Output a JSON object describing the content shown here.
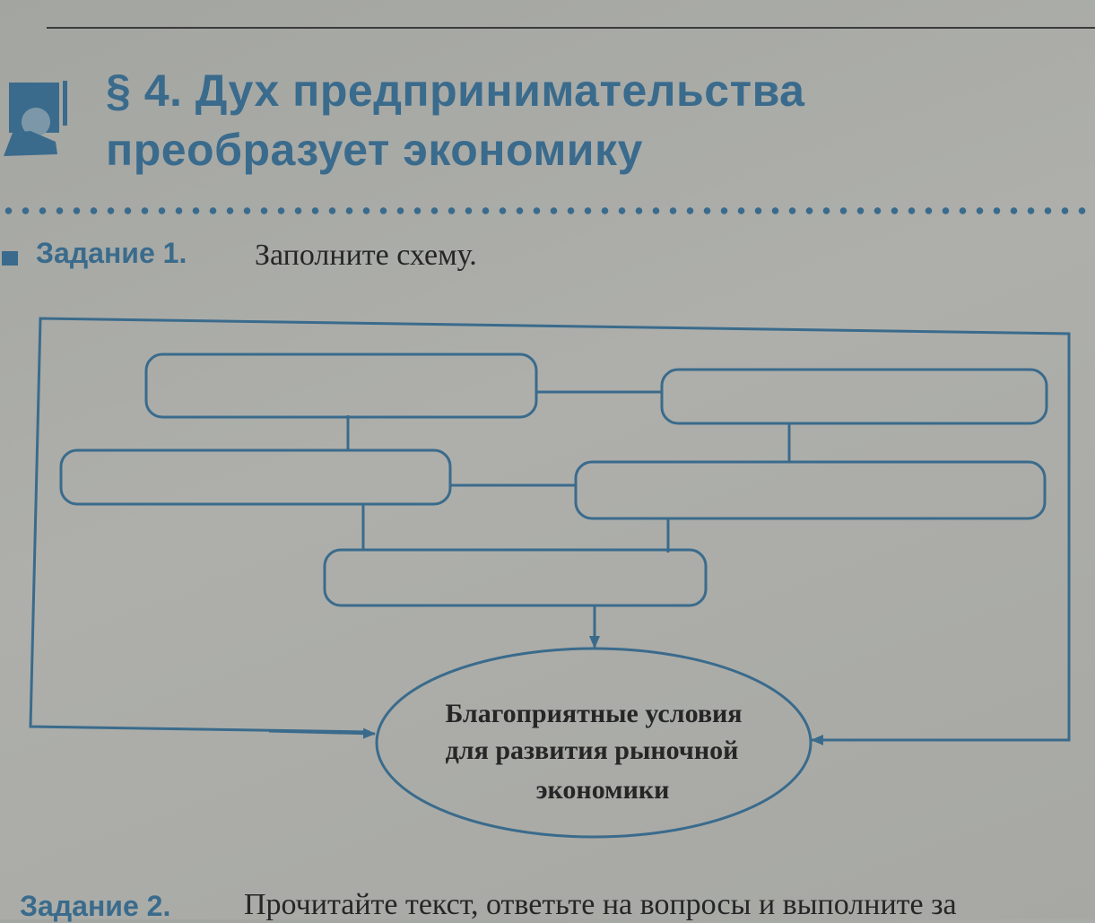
{
  "section": {
    "title_line1": "§ 4. Дух предпринимательства",
    "title_line2": "преобразует экономику",
    "icon": "student-writing-icon"
  },
  "task1": {
    "label": "Задание 1.",
    "text": "Заполните схему."
  },
  "diagram": {
    "boxes": [
      "",
      "",
      "",
      "",
      ""
    ],
    "target_lines": [
      "Благоприятные условия",
      "для развития рыночной",
      "экономики"
    ]
  },
  "task2": {
    "label": "Задание 2.",
    "text": "Прочитайте текст, ответьте на вопросы и выполните за"
  },
  "colors": {
    "accent": "#3a6b8c",
    "text": "#262626",
    "paper": "#a9aaa6"
  }
}
